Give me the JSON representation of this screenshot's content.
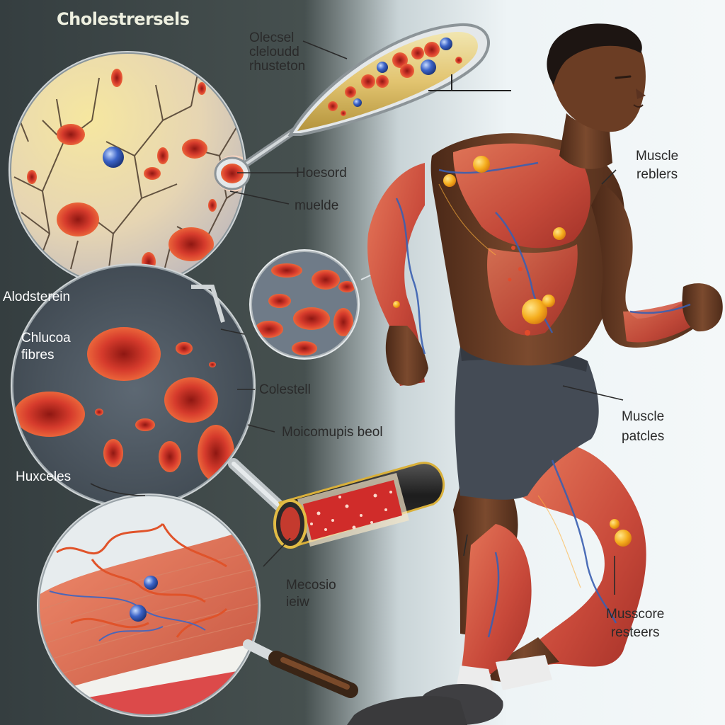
{
  "title": "Cholestrersels",
  "labels": {
    "zoom_tube_top_1": "Olecsel",
    "zoom_tube_top_2": "cleloudd",
    "zoom_tube_top_3": "rhusteton",
    "hoesord": "Hoesord",
    "muelde": "muelde",
    "alodsterein": "Alodsterein",
    "chlucoa_1": "Chlucoa",
    "chlucoa_2": "fibres",
    "colestell": "Colestell",
    "moicomupis": "Moicomupis beol",
    "huxceles": "Huxceles",
    "mecosio_1": "Mecosio",
    "mecosio_2": "ieiw",
    "muscle_rebolers_1": "Muscle",
    "muscle_rebolers_2": "reblers",
    "muscle_patcles_1": "Muscle",
    "muscle_patcles_2": "patcles",
    "musscore_1": "Musscore",
    "musscore_2": "resteers"
  },
  "colors": {
    "bg_left": "#3b4546",
    "bg_right": "#f1f6f8",
    "cell_red": "#c8302b",
    "cholesterol_gold": "#f2b21d",
    "plasma_yellow": "#f4dc8a",
    "muscle_red": "#c84a3a",
    "skin_brown": "#6b3d24",
    "shorts_gray": "#454b55",
    "vein_blue": "#3a5fb0"
  }
}
